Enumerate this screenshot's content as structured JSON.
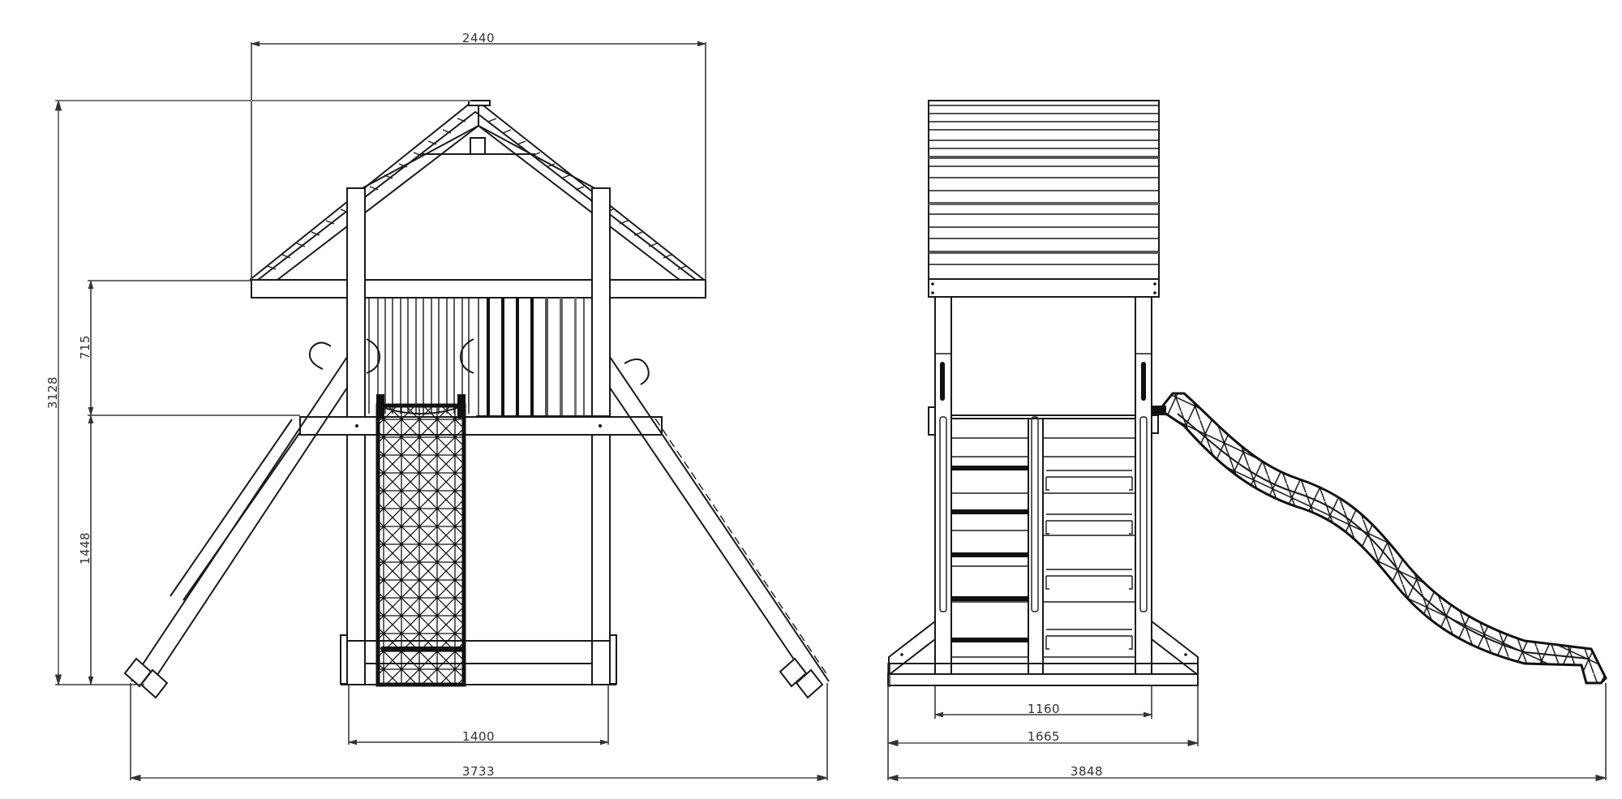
{
  "drawing": {
    "type": "technical elevation drawing",
    "subject": "playground tower with roof, tube slide, climbing ramps and wave slide",
    "line_color": "#1a1a1a",
    "background": "#ffffff"
  },
  "front_view": {
    "dimensions": {
      "roof_width": "2440",
      "total_height": "3128",
      "wall_height": "715",
      "platform_height": "1448",
      "tower_base_width": "1400",
      "overall_width": "3733"
    }
  },
  "side_view": {
    "dimensions": {
      "post_spacing": "1160",
      "base_width": "1665",
      "overall_length": "3848"
    }
  }
}
